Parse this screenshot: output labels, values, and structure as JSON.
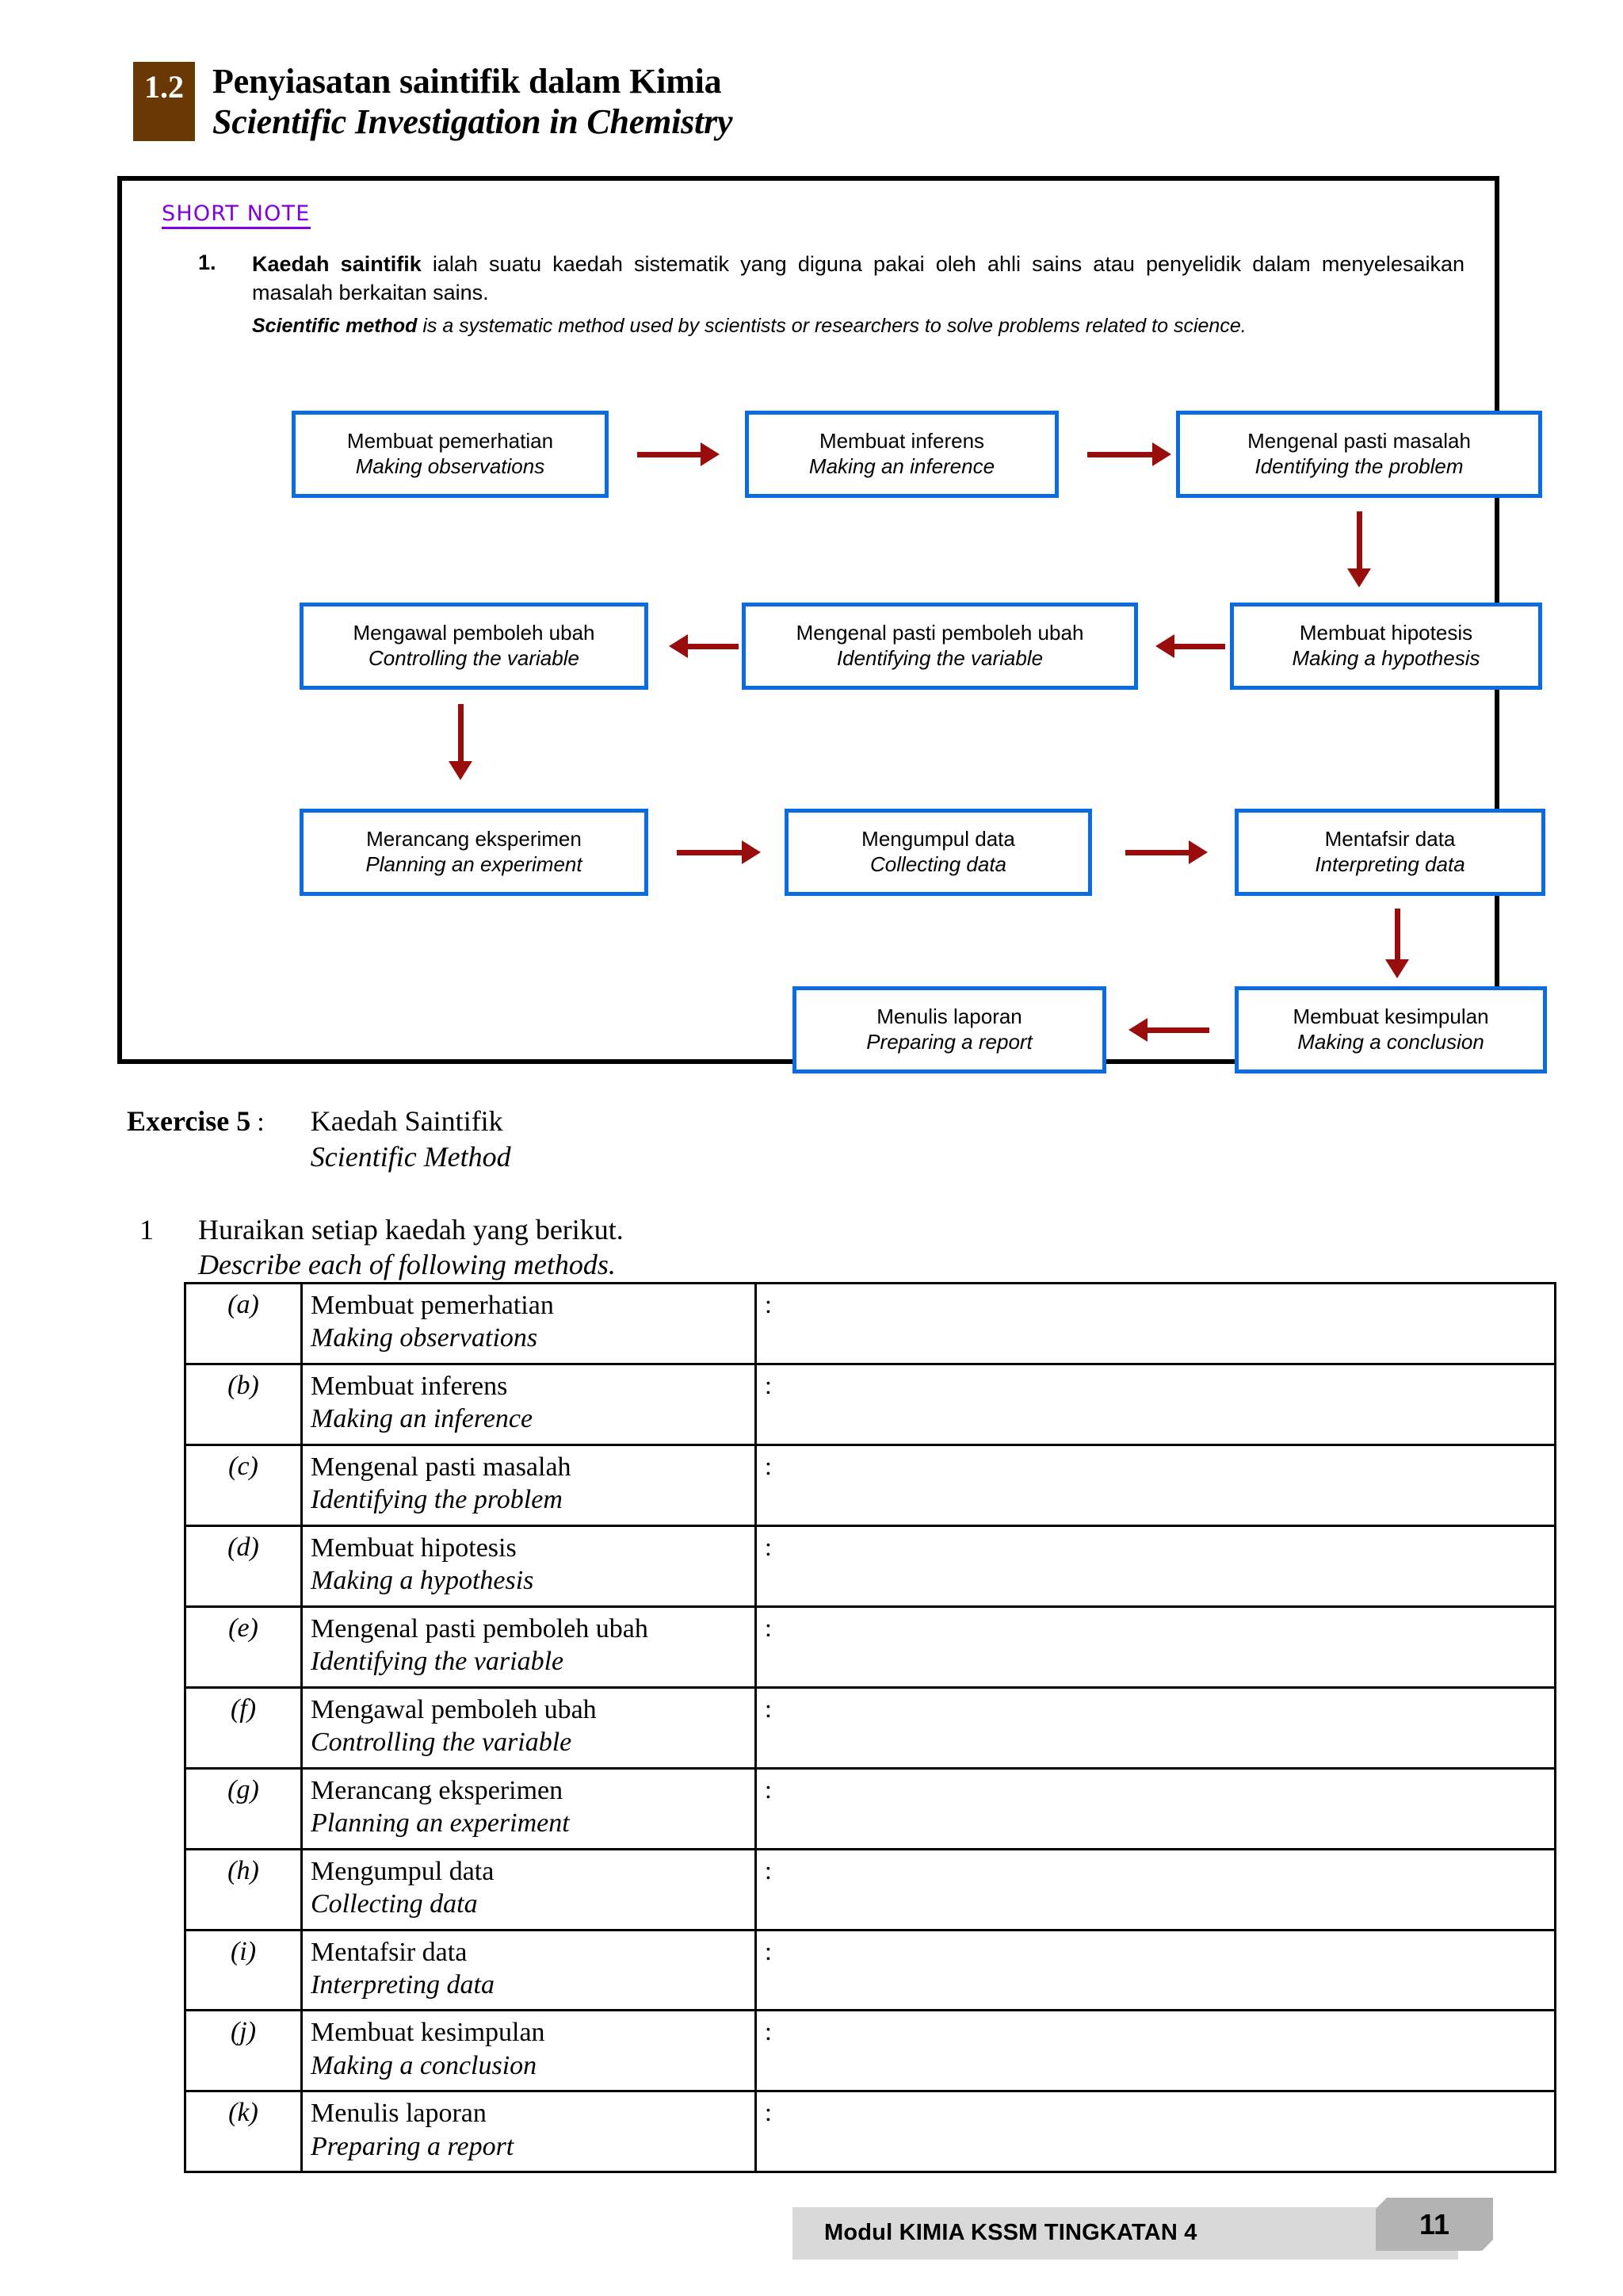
{
  "header": {
    "chapter_number": "1.2",
    "title_my": "Penyiasatan saintifik dalam Kimia",
    "title_en": "Scientific Investigation in Chemistry"
  },
  "short_note": {
    "label": "SHORT NOTE",
    "item_number": "1.",
    "text_my_bold": "Kaedah saintifik",
    "text_my_rest": " ialah suatu kaedah sistematik yang diguna pakai oleh ahli sains atau penyelidik dalam menyelesaikan masalah berkaitan sains.",
    "text_en_bold": "Scientific method",
    "text_en_rest": " is a systematic method used by scientists or researchers to solve problems related to science."
  },
  "flowchart": {
    "box_border_color": "#0b6ce0",
    "arrow_color": "#9a0d0d",
    "boxes": [
      {
        "my": "Membuat pemerhatian",
        "en": "Making observations"
      },
      {
        "my": "Membuat inferens",
        "en": "Making an inference"
      },
      {
        "my": "Mengenal pasti masalah",
        "en": "Identifying the problem"
      },
      {
        "my": "Membuat hipotesis",
        "en": "Making a hypothesis"
      },
      {
        "my": "Mengenal pasti pemboleh ubah",
        "en": "Identifying the variable"
      },
      {
        "my": "Mengawal pemboleh ubah",
        "en": "Controlling the variable"
      },
      {
        "my": "Merancang eksperimen",
        "en": "Planning an experiment"
      },
      {
        "my": "Mengumpul data",
        "en": "Collecting data"
      },
      {
        "my": "Mentafsir data",
        "en": "Interpreting data"
      },
      {
        "my": "Membuat kesimpulan",
        "en": "Making a conclusion"
      },
      {
        "my": "Menulis laporan",
        "en": "Preparing a report"
      }
    ]
  },
  "exercise": {
    "label": "Exercise 5",
    "colon": ":",
    "title_my": "Kaedah Saintifik",
    "title_en": "Scientific Method"
  },
  "question": {
    "number": "1",
    "text_my": "Huraikan setiap kaedah yang berikut.",
    "text_en": "Describe each of following methods."
  },
  "table": {
    "answer_marker": ":",
    "rows": [
      {
        "label": "(a)",
        "my": "Membuat pemerhatian",
        "en": "Making observations"
      },
      {
        "label": "(b)",
        "my": "Membuat inferens",
        "en": "Making an inference"
      },
      {
        "label": "(c)",
        "my": "Mengenal pasti masalah",
        "en": "Identifying the problem"
      },
      {
        "label": "(d)",
        "my": "Membuat hipotesis",
        "en": "Making a hypothesis"
      },
      {
        "label": "(e)",
        "my": "Mengenal pasti pemboleh ubah",
        "en": "Identifying the variable"
      },
      {
        "label": "(f)",
        "my": "Mengawal pemboleh ubah",
        "en": "Controlling the variable"
      },
      {
        "label": "(g)",
        "my": "Merancang eksperimen",
        "en": "Planning an experiment"
      },
      {
        "label": "(h)",
        "my": "Mengumpul data",
        "en": "Collecting data"
      },
      {
        "label": "(i)",
        "my": "Mentafsir data",
        "en": "Interpreting data"
      },
      {
        "label": "(j)",
        "my": "Membuat kesimpulan",
        "en": "Making a conclusion"
      },
      {
        "label": "(k)",
        "my": "Menulis laporan",
        "en": "Preparing a report"
      }
    ]
  },
  "footer": {
    "text": "Modul KIMIA KSSM TINGKATAN 4",
    "page_number": "11"
  }
}
